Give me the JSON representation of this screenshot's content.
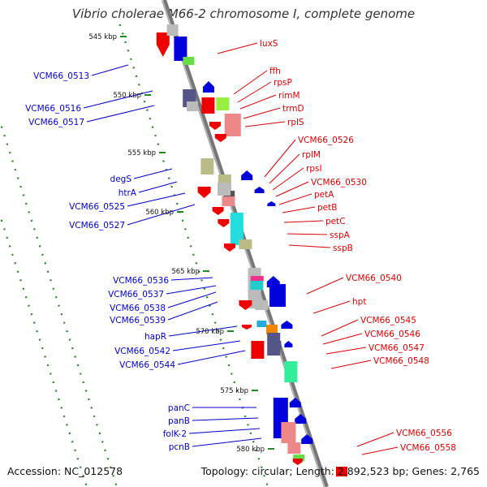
{
  "title": "Vibrio cholerae M66-2 chromosome I, complete genome",
  "footer": {
    "accession": "Accession: NC_012578",
    "summary": "Topology: circular; Length: 2,892,523 bp; Genes: 2,765"
  },
  "colors": {
    "left_labels": "#0000cc",
    "right_labels": "#dd0000",
    "backbone": "#888888",
    "ruler": "#228822"
  },
  "kbp_marks": [
    "545 kbp",
    "550 kbp",
    "555 kbp",
    "560 kbp",
    "565 kbp",
    "570 kbp",
    "575 kbp",
    "580 kbp"
  ],
  "left_labels": [
    "VCM66_0513",
    "VCM66_0516",
    "VCM66_0517",
    "degS",
    "htrA",
    "VCM66_0525",
    "VCM66_0527",
    "VCM66_0536",
    "VCM66_0537",
    "VCM66_0538",
    "VCM66_0539",
    "hapR",
    "VCM66_0542",
    "VCM66_0544",
    "panC",
    "panB",
    "folK-2",
    "pcnB"
  ],
  "right_labels": [
    "luxS",
    "ffh",
    "rpsP",
    "rimM",
    "trmD",
    "rplS",
    "VCM66_0526",
    "rplM",
    "rpsI",
    "VCM66_0530",
    "petA",
    "petB",
    "petC",
    "sspA",
    "sspB",
    "VCM66_0540",
    "hpt",
    "VCM66_0545",
    "VCM66_0546",
    "VCM66_0547",
    "VCM66_0548",
    "VCM66_0556",
    "VCM66_0558"
  ]
}
